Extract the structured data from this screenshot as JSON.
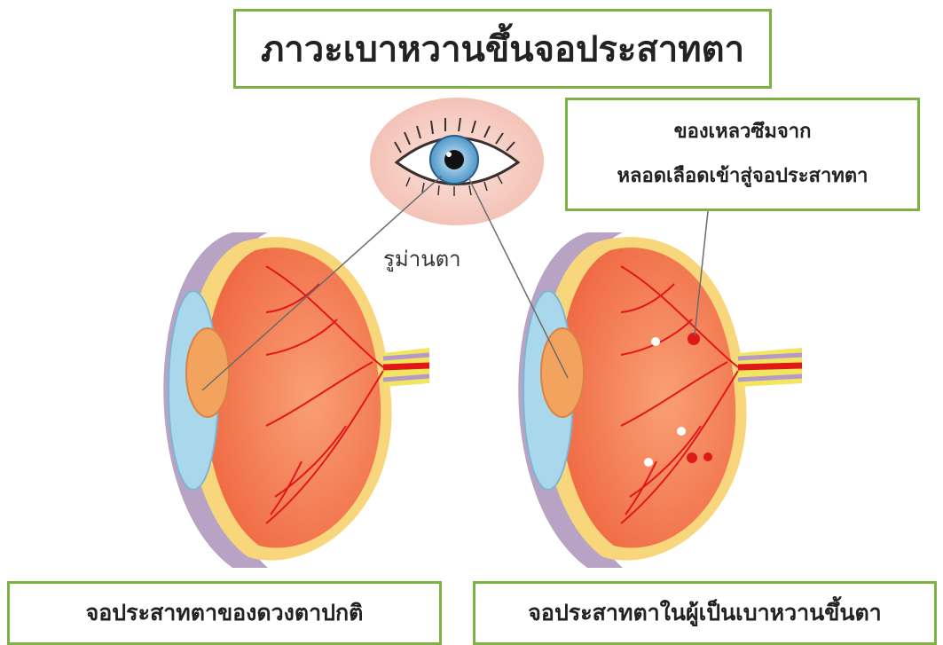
{
  "title": "ภาวะเบาหวานขึ้นจอประสาทตา",
  "callout": {
    "line1": "ของเหลวซึมจาก",
    "line2": "หลอดเลือดเข้าสู่จอประสาทตา"
  },
  "pupil_label": "รูม่านตา",
  "normal_caption": "จอประสาทตาของดวงตาปกติ",
  "diabetic_caption": "จอประสาทตาในผู้เป็นเบาหวานขึ้นตา",
  "colors": {
    "box_border": "#7cb342",
    "retina": "#f4855a",
    "vessel": "#e01818",
    "sclera": "#b8a3c4",
    "lens": "#a9d7ec"
  }
}
